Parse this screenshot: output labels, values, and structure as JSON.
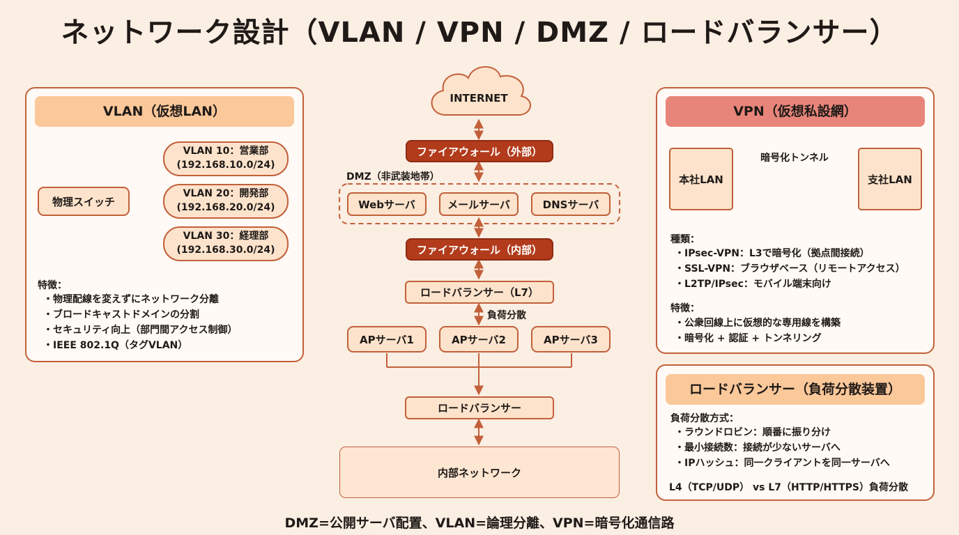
{
  "title": "ネットワーク設計（VLAN / VPN / DMZ / ロードバランサー）",
  "colors": {
    "accent": "#c2603a",
    "firewall": "#b23b1c",
    "vlan_header": "#fbc89a",
    "vpn_header": "#e8857a",
    "lb_header": "#fbc89a",
    "background": "#fbeee3"
  },
  "vlan": {
    "header": "VLAN（仮想LAN）",
    "switch": "物理スイッチ",
    "items": [
      {
        "name": "VLAN 10：営業部",
        "subnet": "(192.168.10.0/24)"
      },
      {
        "name": "VLAN 20：開発部",
        "subnet": "(192.168.20.0/24)"
      },
      {
        "name": "VLAN 30：経理部",
        "subnet": "(192.168.30.0/24)"
      }
    ],
    "features_title": "特徴：",
    "features": [
      "・物理配線を変えずにネットワーク分離",
      "・ブロードキャストドメインの分割",
      "・セキュリティ向上（部門間アクセス制御）",
      "・IEEE 802.1Q（タグVLAN）"
    ]
  },
  "center": {
    "internet": "INTERNET",
    "fw_outer": "ファイアウォール（外部）",
    "dmz_label": "DMZ（非武装地帯）",
    "dmz_servers": [
      "Webサーバ",
      "メールサーバ",
      "DNSサーバ"
    ],
    "fw_inner": "ファイアウォール（内部）",
    "lb_l7": "ロードバランサー（L7）",
    "load_label": "負荷分散",
    "ap_servers": [
      "APサーバ1",
      "APサーバ2",
      "APサーバ3"
    ],
    "lb": "ロードバランサー",
    "internal": "内部ネットワーク"
  },
  "vpn": {
    "header": "VPN（仮想私設網）",
    "hq": "本社LAN",
    "branch": "支社LAN",
    "tunnel": "暗号化トンネル",
    "types_title": "種類：",
    "types": [
      "・IPsec-VPN：L3で暗号化（拠点間接続）",
      "・SSL-VPN：ブラウザベース（リモートアクセス）",
      "・L2TP/IPsec：モバイル端末向け"
    ],
    "features_title": "特徴：",
    "features": [
      "・公衆回線上に仮想的な専用線を構築",
      "・暗号化 + 認証 + トンネリング"
    ]
  },
  "lb_panel": {
    "header": "ロードバランサー（負荷分散装置）",
    "methods_title": "負荷分散方式：",
    "methods": [
      "・ラウンドロビン：順番に振り分け",
      "・最小接続数：接続が少ないサーバへ",
      "・IPハッシュ：同一クライアントを同一サーバへ"
    ],
    "note": "L4（TCP/UDP） vs L7（HTTP/HTTPS）負荷分散"
  },
  "footer": "DMZ=公開サーバ配置、VLAN=論理分離、VPN=暗号化通信路"
}
